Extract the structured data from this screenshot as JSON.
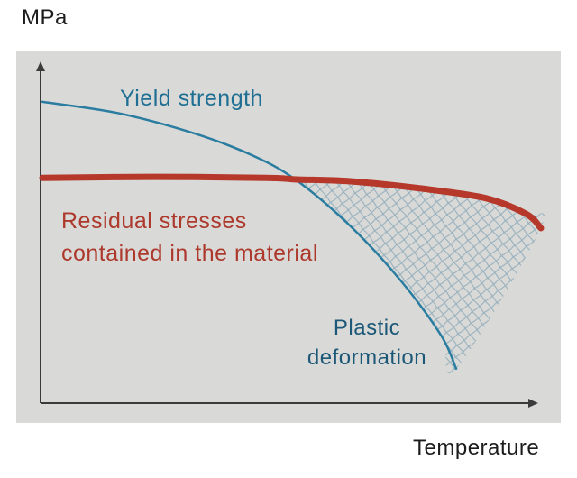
{
  "figure": {
    "y_axis_unit": "MPa",
    "x_axis_label": "Temperature",
    "labels": {
      "yield_strength": "Yield strength",
      "residual_line1": "Residual stresses",
      "residual_line2": "contained in the material",
      "plastic_line1": "Plastic",
      "plastic_line2": "deformation"
    },
    "colors": {
      "panel_bg": "#d9d9d7",
      "axis": "#3b3b3b",
      "yield_curve": "#2a7da0",
      "residual_curve": "#b5382a",
      "residual_text": "#ad392c",
      "yield_text": "#1e6f93",
      "plastic_text": "#1c5878",
      "hatch": "#93aebc"
    }
  },
  "chart_data": {
    "type": "line",
    "title": "",
    "xlabel": "Temperature",
    "ylabel": "MPa",
    "axes_numeric": false,
    "grid": false,
    "legend": "none",
    "x_range_norm": [
      0,
      1
    ],
    "y_range_norm": [
      0,
      1
    ],
    "series": [
      {
        "name": "Yield strength",
        "color": "#2a7da0",
        "width": 2.5,
        "points": [
          [
            0,
            0.928
          ],
          [
            0.15,
            0.894
          ],
          [
            0.3,
            0.833
          ],
          [
            0.42,
            0.764
          ],
          [
            0.51,
            0.686
          ],
          [
            0.62,
            0.542
          ],
          [
            0.72,
            0.375
          ],
          [
            0.8,
            0.208
          ],
          [
            0.83,
            0.106
          ]
        ]
      },
      {
        "name": "Residual stresses contained in the material",
        "color": "#b5382a",
        "width": 7,
        "points": [
          [
            0,
            0.694
          ],
          [
            0.22,
            0.697
          ],
          [
            0.45,
            0.694
          ],
          [
            0.51,
            0.689
          ],
          [
            0.62,
            0.683
          ],
          [
            0.76,
            0.661
          ],
          [
            0.89,
            0.631
          ],
          [
            0.97,
            0.583
          ],
          [
            1.0,
            0.539
          ]
        ]
      }
    ],
    "hatched_region": {
      "description": "Cross-hatched (net-like) zone bounded above by the residual stress line and below by the yield strength curve, marking where residual stresses exceed yield strength (plastic deformation zone)",
      "from_t": 0.51
    },
    "annotations": [
      {
        "text": "Yield strength",
        "color": "#1e6f93"
      },
      {
        "text": "Residual stresses contained in the material",
        "color": "#ad392c"
      },
      {
        "text": "Plastic deformation",
        "color": "#1c5878"
      }
    ]
  }
}
